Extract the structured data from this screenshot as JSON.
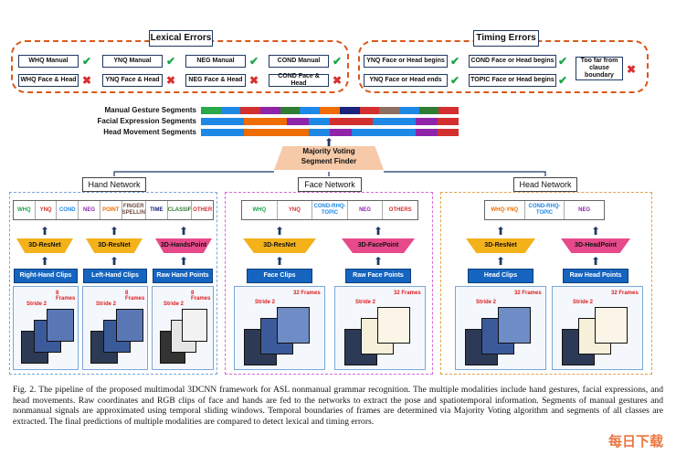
{
  "lexical": {
    "title": "Lexical Errors",
    "row1": [
      "WHQ Manual",
      "YNQ Manual",
      "NEG Manual",
      "COND Manual"
    ],
    "row2": [
      "WHQ Face & Head",
      "YNQ Face & Head",
      "NEG Face & Head",
      "COND Face & Head"
    ],
    "check": "✔",
    "cross": "✖"
  },
  "timing": {
    "title": "Timing Errors",
    "items": [
      "YNQ Face or Head begins",
      "YNQ Face or Head ends",
      "COND Face or Head begins",
      "TOPIC Face or Head begins"
    ],
    "too_far": "Too far from clause boundary"
  },
  "segments": {
    "labels": [
      "Manual Gesture Segments",
      "Facial Expression Segments",
      "Head Movement Segments"
    ],
    "colors": {
      "manual": [
        "#2aa84a",
        "#1e88e5",
        "#d32f2f",
        "#8e24aa",
        "#2e7d32",
        "#1e88e5",
        "#ef6c00",
        "#1a237e",
        "#d32f2f",
        "#8d6e63",
        "#1e88e5",
        "#2e7d32",
        "#d32f2f"
      ],
      "facial": [
        "#1e88e5",
        "#1e88e5",
        "#ef6c00",
        "#ef6c00",
        "#8e24aa",
        "#1e88e5",
        "#d32f2f",
        "#d32f2f",
        "#1e88e5",
        "#1e88e5",
        "#8e24aa",
        "#d32f2f"
      ],
      "head": [
        "#1e88e5",
        "#1e88e5",
        "#ef6c00",
        "#ef6c00",
        "#ef6c00",
        "#1e88e5",
        "#8e24aa",
        "#1e88e5",
        "#1e88e5",
        "#1e88e5",
        "#8e24aa",
        "#d32f2f"
      ]
    }
  },
  "majority": {
    "line1": "Majority Voting",
    "line2": "Segment Finder"
  },
  "hand": {
    "title": "Hand Network",
    "labels": [
      "WHQ",
      "YNQ",
      "COND",
      "NEG",
      "POINT",
      "FINGER SPELLIN",
      "TIME",
      "CLASSIF",
      "OTHER"
    ],
    "label_colors": [
      "#1aa447",
      "#d32f2f",
      "#1e88e5",
      "#8e24aa",
      "#ef6c00",
      "#6d4c41",
      "#1a237e",
      "#2e7d32",
      "#d32f2f"
    ],
    "models": [
      "3D-ResNet",
      "3D-ResNet",
      "3D-HandsPoint"
    ],
    "clips": [
      "Right-Hand Clips",
      "Left-Hand Clips",
      "Raw Hand Points"
    ],
    "frames": "8 Frames",
    "stride": "Stride 2"
  },
  "face": {
    "title": "Face Network",
    "labels": [
      "WHQ",
      "YNQ",
      "COND-RHQ-TOPIC",
      "NEG",
      "OTHERS"
    ],
    "label_colors": [
      "#1aa447",
      "#d32f2f",
      "#1e88e5",
      "#8e24aa",
      "#d32f2f"
    ],
    "models": [
      "3D-ResNet",
      "3D-FacePoint"
    ],
    "clips": [
      "Face Clips",
      "Raw Face Points"
    ],
    "frames": "32 Frames",
    "stride": "Stride 2"
  },
  "head": {
    "title": "Head Network",
    "labels": [
      "WHQ-YNQ",
      "COND-RHQ-TOPIC",
      "NEG"
    ],
    "label_colors": [
      "#ef6c00",
      "#1e88e5",
      "#8e24aa"
    ],
    "models": [
      "3D-ResNet",
      "3D-HeadPoint"
    ],
    "clips": [
      "Head Clips",
      "Raw Head Points"
    ],
    "frames": "32 Frames",
    "stride": "Stride 2"
  },
  "caption": "Fig. 2.  The pipeline of the proposed multimodal 3DCNN framework for ASL nonmanual grammar recognition. The multiple modalities include hand gestures, facial expressions, and head movements. Raw coordinates and RGB clips of face and hands are fed to the networks to extract the pose and spatiotemporal information. Segments of manual gestures and nonmanual signals are approximated using temporal sliding windows. Temporal boundaries of frames are determined via Majority Voting algorithm and segments of all classes are extracted. The final predictions of multiple modalities are compared to detect lexical and timing errors.",
  "watermark": "每日下载",
  "colors": {
    "accent": "#d9591b",
    "navy": "#1f3864",
    "yellow": "#f3b21a",
    "pink": "#e64a8a",
    "blue": "#1565c0"
  }
}
